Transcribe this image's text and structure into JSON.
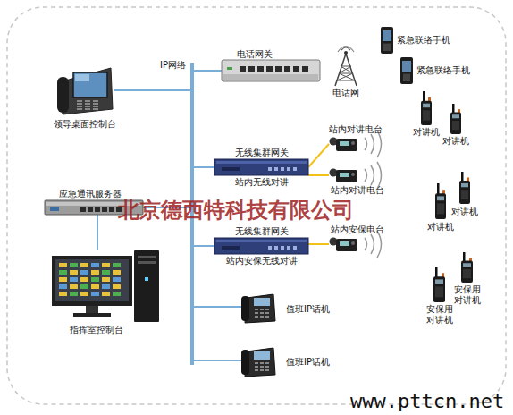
{
  "diagram": {
    "nodes": [
      {
        "text": [
          "IP网络"
        ]
      },
      {
        "text": [
          "领导桌面控制台"
        ]
      },
      {
        "text": [
          "电话网关"
        ]
      },
      {
        "text": [
          "电话网"
        ]
      },
      {
        "text": [
          "紧急联络手机"
        ]
      },
      {
        "text": [
          "紧急联络手机"
        ]
      },
      {
        "text": [
          "无线集群网关",
          "站内无线对讲"
        ]
      },
      {
        "text": [
          "站内对讲电台"
        ]
      },
      {
        "text": [
          "站内对讲电台"
        ]
      },
      {
        "text": [
          "对讲机"
        ]
      },
      {
        "text": [
          "对讲机"
        ]
      },
      {
        "text": [
          "对讲机"
        ]
      },
      {
        "text": [
          "对讲机"
        ]
      },
      {
        "text": [
          "应急通讯服务器"
        ]
      },
      {
        "text": [
          "指挥室控制台"
        ]
      },
      {
        "text": [
          "无线集群网关",
          "站内安保无线对讲"
        ]
      },
      {
        "text": [
          "站内安保电台"
        ]
      },
      {
        "text": [
          "安保用 对讲机"
        ]
      },
      {
        "text": [
          "安保用 对讲机"
        ]
      },
      {
        "text": [
          "值班IP话机"
        ]
      },
      {
        "text": [
          "值班IP话机"
        ]
      }
    ],
    "edges": [
      {
        "from": 0,
        "to": 1,
        "arrow": "none"
      },
      {
        "from": 0,
        "to": 2,
        "arrow": "none"
      },
      {
        "from": 0,
        "to": 6,
        "arrow": "none"
      },
      {
        "from": 6,
        "to": 7,
        "arrow": "none"
      },
      {
        "from": 6,
        "to": 8,
        "arrow": "none"
      },
      {
        "from": 0,
        "to": 13,
        "arrow": "none"
      },
      {
        "from": 13,
        "to": 14,
        "arrow": "none"
      },
      {
        "from": 0,
        "to": 15,
        "arrow": "none"
      },
      {
        "from": 15,
        "to": 16,
        "arrow": "none"
      },
      {
        "from": 0,
        "to": 19,
        "arrow": "none"
      },
      {
        "from": 0,
        "to": 20,
        "arrow": "none"
      }
    ],
    "labels": [
      "北京德西特科技有限公司",
      "www.pttcn.net"
    ]
  }
}
